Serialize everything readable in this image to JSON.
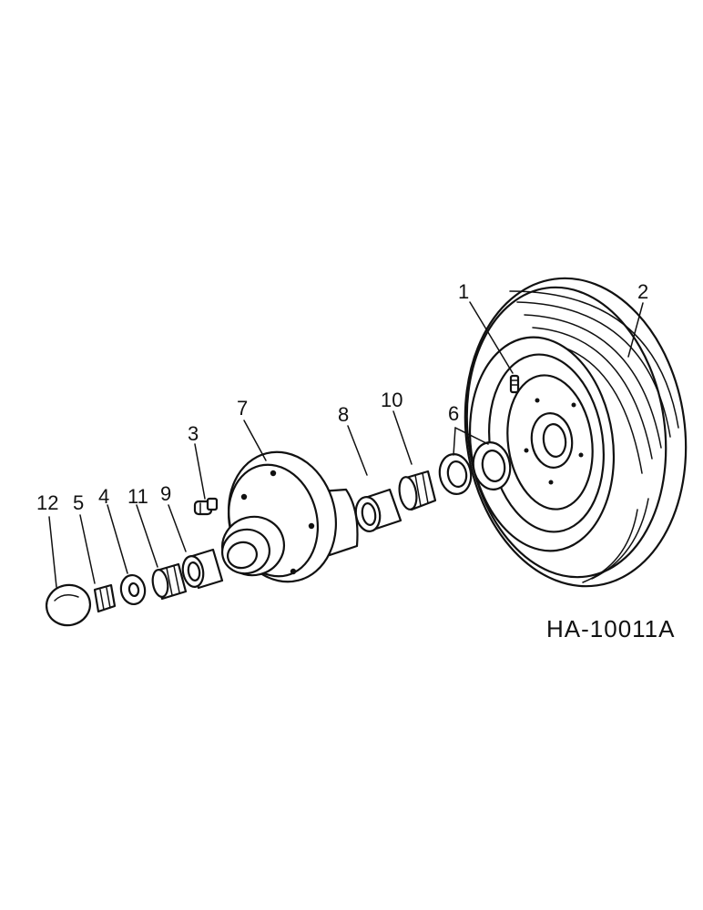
{
  "diagram_id": "HA-10011A",
  "callouts": [
    {
      "label": "1"
    },
    {
      "label": "2"
    },
    {
      "label": "3"
    },
    {
      "label": "4"
    },
    {
      "label": "5"
    },
    {
      "label": "6"
    },
    {
      "label": "7"
    },
    {
      "label": "8"
    },
    {
      "label": "9"
    },
    {
      "label": "10"
    },
    {
      "label": "11"
    },
    {
      "label": "12"
    }
  ]
}
